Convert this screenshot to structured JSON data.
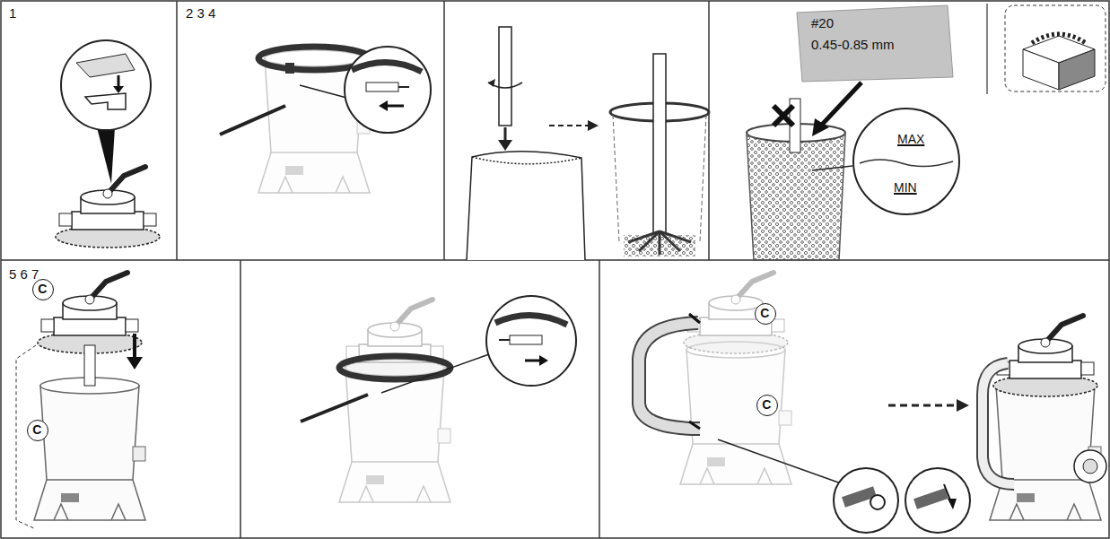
{
  "diagram": {
    "nodes": [
      {
        "text": [
          "#20",
          "0.45-0.85 mm"
        ]
      },
      {
        "text": [
          "MAX",
          "MIN"
        ]
      },
      {
        "text": [
          "C"
        ]
      },
      {
        "text": [
          "C"
        ]
      },
      {
        "text": [
          "C"
        ]
      },
      {
        "text": [
          "C"
        ]
      }
    ],
    "labels": [
      "1",
      "2 3 4",
      "5 6 7"
    ]
  }
}
